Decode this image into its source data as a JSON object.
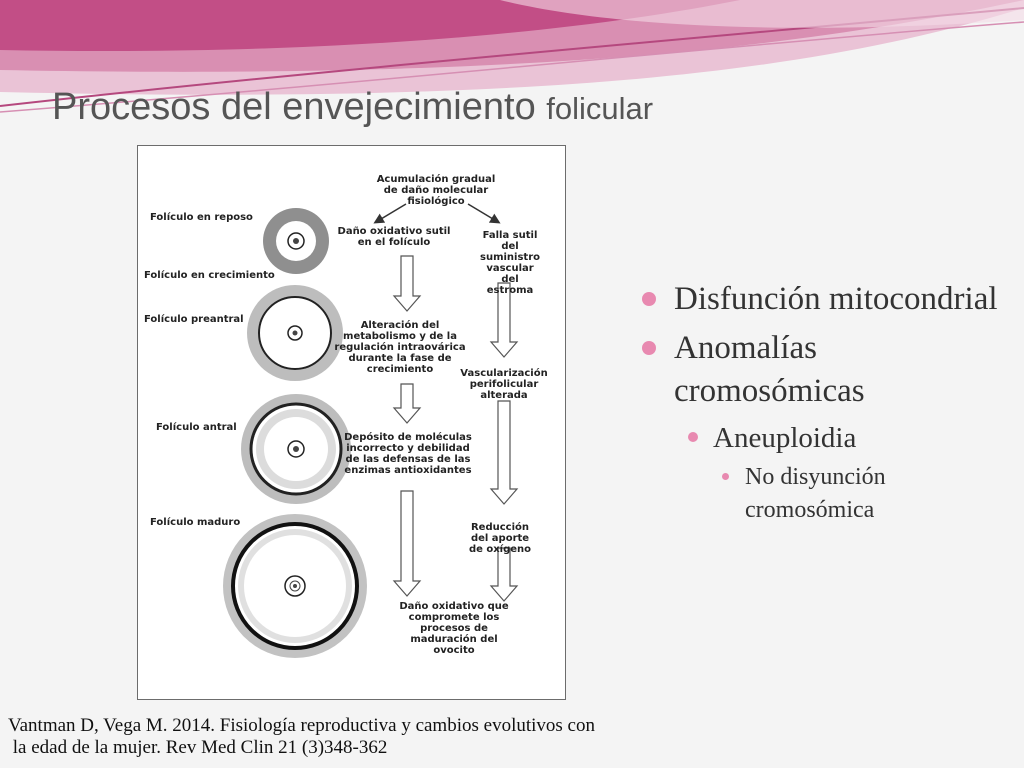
{
  "slide": {
    "title_main": "Procesos del envejecimiento",
    "title_small": "folicular"
  },
  "figure": {
    "labels": {
      "top": "Acumulación gradual\nde daño molecular\nfisiológico",
      "oxidative": "Daño oxidativo sutil\nen el folículo",
      "vascular_fail": "Falla sutil del\nsuministro vascular\ndel estroma",
      "alteration": "Alteración del\nmetabolismo y de la\nregulación intraovárica\ndurante la fase de\ncrecimiento",
      "vascularization": "Vascularización\nperifolicular alterada",
      "deposit": "Depósito de moléculas\nincorrecto y debilidad\nde las defensas de las\nenzimas antioxidantes",
      "oxygen": "Reducción del aporte\nde oxígeno",
      "final": "Daño oxidativo que\ncompromete los\nprocesos de\nmaduración del\novocito"
    },
    "stages": [
      "Folículo en reposo",
      "Folículo en crecimiento",
      "Folículo preantral",
      "Folículo antral",
      "Folículo maduro"
    ]
  },
  "bullets": {
    "l1": [
      "Disfunción mitocondrial",
      "Anomalías cromosómicas"
    ],
    "l2": "Aneuploidia",
    "l3": "No disyunción cromosómica"
  },
  "citation": {
    "line1": "Vantman D, Vega  M. 2014. Fisiología reproductiva y cambios evolutivos con",
    "line2": " la edad de la mujer. Rev Med Clin 21 (3)348-362"
  },
  "colors": {
    "accent": "#e889b0",
    "title": "#555555"
  }
}
